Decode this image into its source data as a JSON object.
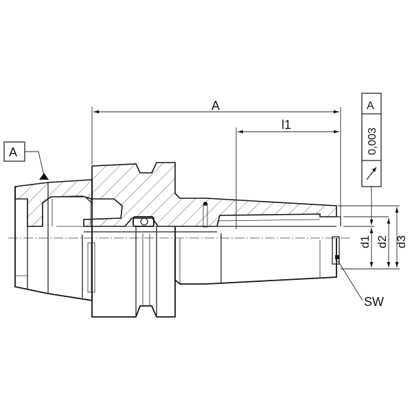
{
  "labels": {
    "datum_box": "A",
    "dim_a": "A",
    "dim_l1": "l1",
    "dim_d1": "d1",
    "dim_d2": "d2",
    "dim_d3": "d3",
    "sw": "SW"
  },
  "tolerance_frame": {
    "symbol": "runout-symbol",
    "value": "0,003",
    "datum": "A"
  }
}
